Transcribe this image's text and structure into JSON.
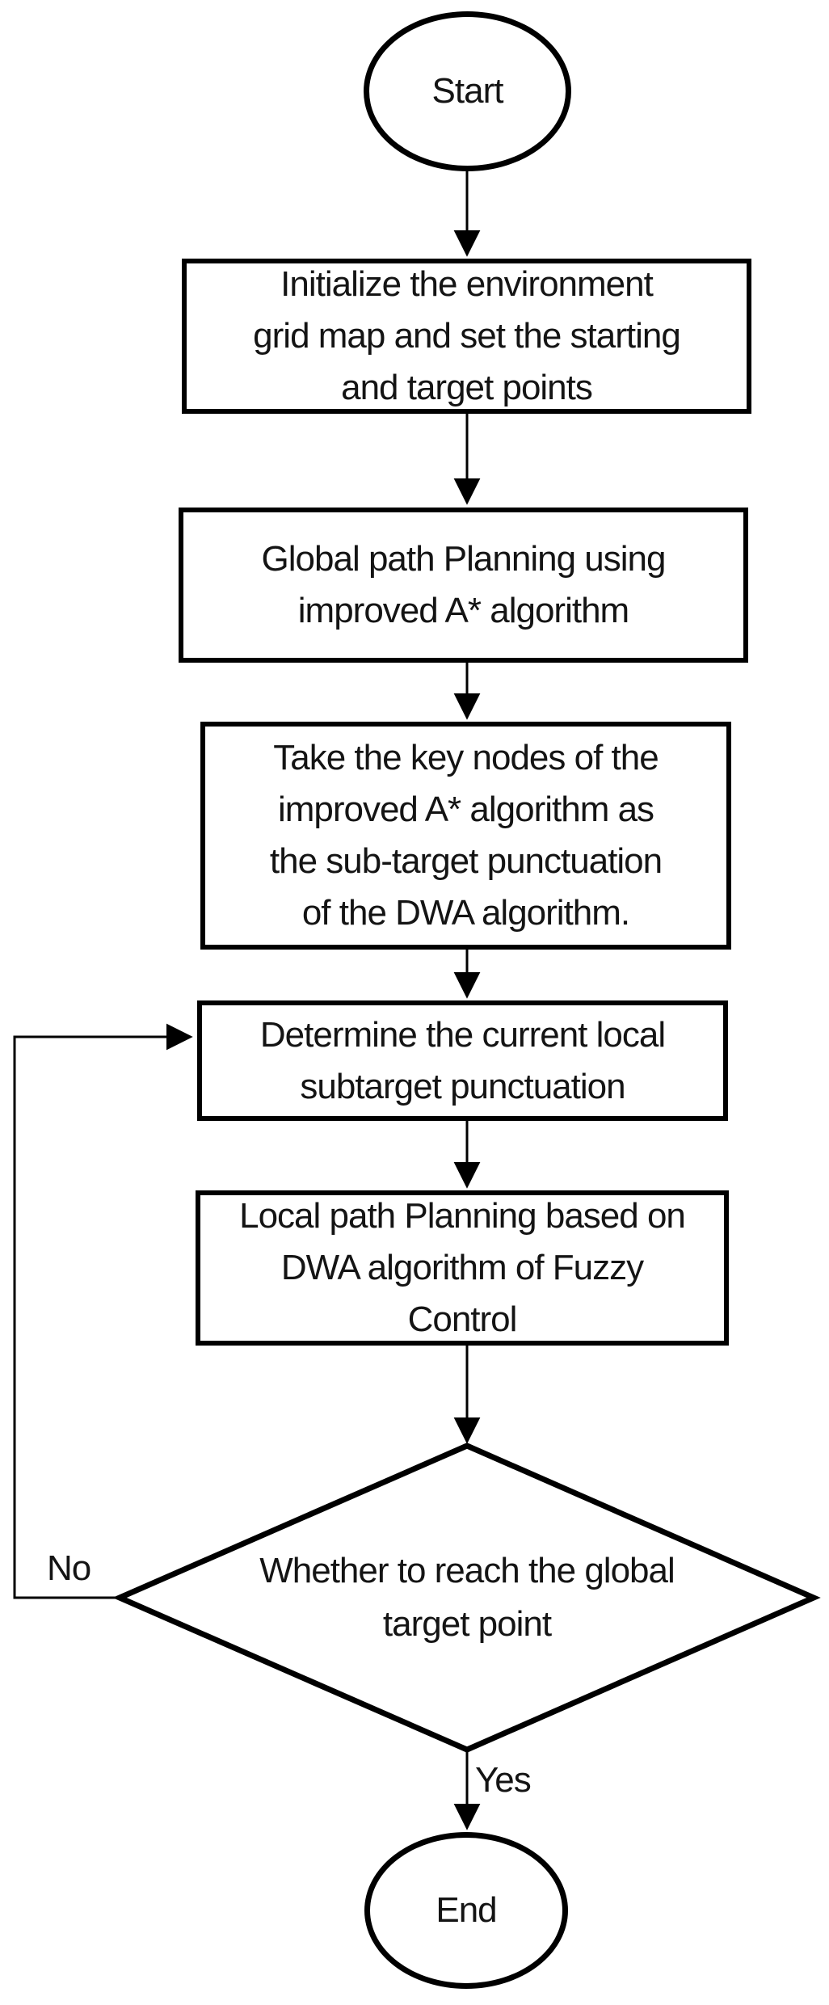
{
  "diagram": {
    "type": "flowchart",
    "background_color": "#ffffff",
    "stroke_color": "#000000",
    "text_color": "#141414",
    "nodes": [
      {
        "id": "start",
        "shape": "ellipse",
        "label": "Start"
      },
      {
        "id": "init",
        "shape": "rect",
        "label": "Initialize the environment\ngrid map and set the starting\nand target points"
      },
      {
        "id": "global",
        "shape": "rect",
        "label": "Global path Planning using\nimproved A* algorithm"
      },
      {
        "id": "keynodes",
        "shape": "rect",
        "label": "Take the key nodes of the\nimproved A* algorithm as\nthe sub-target punctuation\nof the DWA algorithm."
      },
      {
        "id": "determine",
        "shape": "rect",
        "label": "Determine the current local\nsubtarget punctuation"
      },
      {
        "id": "local",
        "shape": "rect",
        "label": "Local path Planning based on\nDWA algorithm of Fuzzy\nControl"
      },
      {
        "id": "decision",
        "shape": "diamond",
        "label": "Whether to reach the global\ntarget point"
      },
      {
        "id": "end",
        "shape": "ellipse",
        "label": "End"
      }
    ],
    "edges": [
      {
        "from": "start",
        "to": "init",
        "label": ""
      },
      {
        "from": "init",
        "to": "global",
        "label": ""
      },
      {
        "from": "global",
        "to": "keynodes",
        "label": ""
      },
      {
        "from": "keynodes",
        "to": "determine",
        "label": ""
      },
      {
        "from": "determine",
        "to": "local",
        "label": ""
      },
      {
        "from": "local",
        "to": "decision",
        "label": ""
      },
      {
        "from": "decision",
        "to": "end",
        "label": "Yes"
      },
      {
        "from": "decision",
        "to": "determine",
        "label": "No"
      }
    ]
  }
}
